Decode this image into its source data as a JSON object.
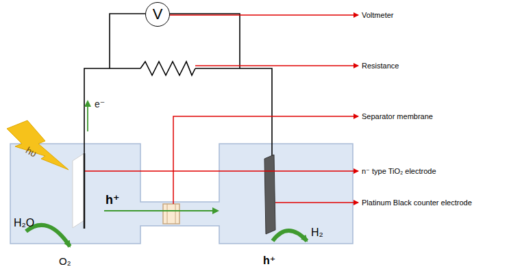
{
  "diagram": {
    "nodes": [
      {
        "text": [
          "V"
        ]
      }
    ],
    "labels": [
      "Voltmeter",
      "Resistance",
      "Separator membrane",
      "n⁻ type TiO₂ electrode",
      "Platinum Black counter electrode",
      "e⁻",
      "hυ",
      "h⁺",
      "H₂O",
      "O₂",
      "h⁺",
      "H₂"
    ]
  }
}
